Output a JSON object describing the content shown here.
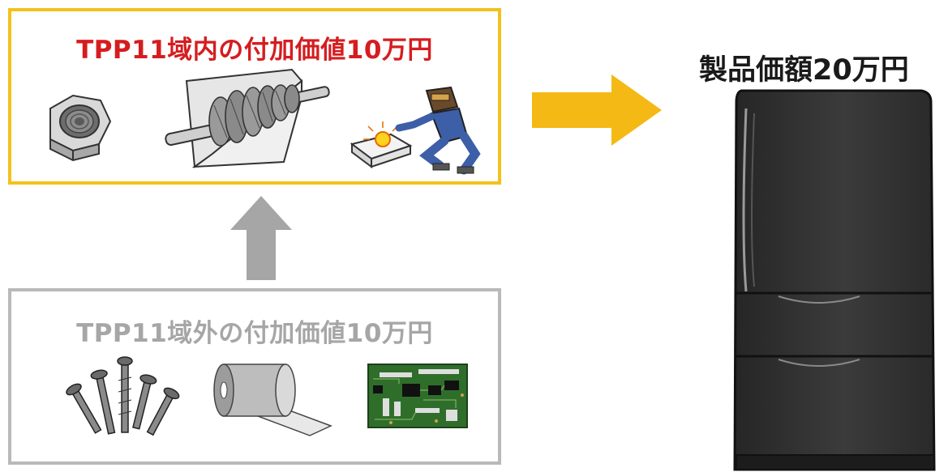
{
  "inside_region": {
    "title": "TPP11域内の付加価値10万円",
    "border_color": "#f2c21c",
    "title_color": "#d51d20",
    "items": [
      "hex-nut-icon",
      "turbine-rotor-icon",
      "welder-worker-icon"
    ]
  },
  "outside_region": {
    "title": "TPP11域外の付加価値10万円",
    "border_color": "#b9b9b9",
    "title_color": "#a6a6a6",
    "items": [
      "screws-icon",
      "metal-sheet-roll-icon",
      "circuit-board-icon"
    ]
  },
  "product": {
    "title": "製品価額20万円",
    "item": "refrigerator-icon"
  },
  "arrows": {
    "up_arrow_color": "#a6a6a6",
    "right_arrow_color": "#f5b915"
  }
}
